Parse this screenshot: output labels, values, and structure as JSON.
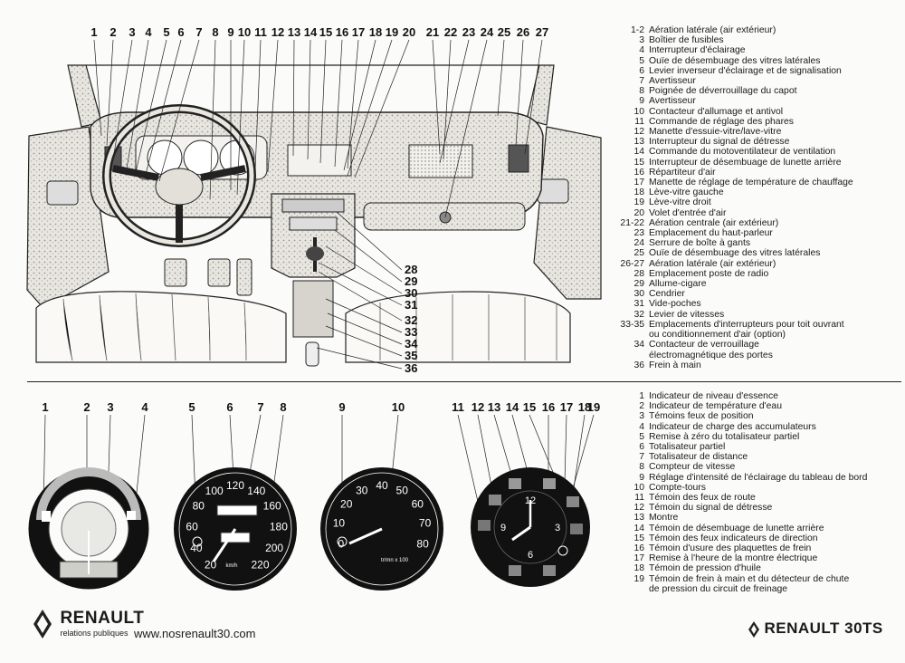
{
  "top_callouts": [
    "1",
    "2",
    "3",
    "4",
    "5",
    "6",
    "7",
    "8",
    "9",
    "10",
    "11",
    "12",
    "13",
    "14",
    "15",
    "16",
    "17",
    "18",
    "19",
    "20",
    "21",
    "22",
    "23",
    "24",
    "25",
    "26",
    "27"
  ],
  "side_callouts": [
    "28",
    "29",
    "30",
    "31",
    "32",
    "33",
    "34",
    "35",
    "36"
  ],
  "legend_top": [
    {
      "k": "1-2",
      "t": "Aération latérale (air extérieur)"
    },
    {
      "k": "3",
      "t": "Boîtier de fusibles"
    },
    {
      "k": "4",
      "t": "Interrupteur d'éclairage"
    },
    {
      "k": "5",
      "t": "Ouïe de désembuage des vitres latérales"
    },
    {
      "k": "6",
      "t": "Levier inverseur d'éclairage et de signalisation"
    },
    {
      "k": "7",
      "t": "Avertisseur"
    },
    {
      "k": "8",
      "t": "Poignée de déverrouillage du capot"
    },
    {
      "k": "9",
      "t": "Avertisseur"
    },
    {
      "k": "10",
      "t": "Contacteur d'allumage et antivol"
    },
    {
      "k": "11",
      "t": "Commande de réglage des phares"
    },
    {
      "k": "12",
      "t": "Manette d'essuie-vitre/lave-vitre"
    },
    {
      "k": "13",
      "t": "Interrupteur du signal de détresse"
    },
    {
      "k": "14",
      "t": "Commande du motoventilateur de ventilation"
    },
    {
      "k": "15",
      "t": "Interrupteur de désembuage de lunette arrière"
    },
    {
      "k": "16",
      "t": "Répartiteur d'air"
    },
    {
      "k": "17",
      "t": "Manette de réglage de température de chauffage"
    },
    {
      "k": "18",
      "t": "Lève-vitre gauche"
    },
    {
      "k": "19",
      "t": "Lève-vitre droit"
    },
    {
      "k": "20",
      "t": "Volet d'entrée d'air"
    },
    {
      "k": "21-22",
      "t": "Aération centrale (air extérieur)"
    },
    {
      "k": "23",
      "t": "Emplacement du haut-parleur"
    },
    {
      "k": "24",
      "t": "Serrure de boîte à gants"
    },
    {
      "k": "25",
      "t": "Ouïe de désembuage des vitres latérales"
    },
    {
      "k": "26-27",
      "t": "Aération latérale (air extérieur)"
    },
    {
      "k": "28",
      "t": "Emplacement poste de radio"
    },
    {
      "k": "29",
      "t": "Allume-cigare"
    },
    {
      "k": "30",
      "t": "Cendrier"
    },
    {
      "k": "31",
      "t": "Vide-poches"
    },
    {
      "k": "32",
      "t": "Levier de vitesses"
    },
    {
      "k": "33-35",
      "t": "Emplacements d'interrupteurs pour toit ouvrant"
    },
    {
      "k": "",
      "t": "ou conditionnement d'air (option)"
    },
    {
      "k": "34",
      "t": "Contacteur de verrouillage"
    },
    {
      "k": "",
      "t": "électromagnétique des portes"
    },
    {
      "k": "36",
      "t": "Frein à main"
    }
  ],
  "legend_bottom": [
    {
      "k": "1",
      "t": "Indicateur de niveau d'essence"
    },
    {
      "k": "2",
      "t": "Indicateur de température d'eau"
    },
    {
      "k": "3",
      "t": "Témoins feux de position"
    },
    {
      "k": "4",
      "t": "Indicateur de charge des accumulateurs"
    },
    {
      "k": "5",
      "t": "Remise à zéro du totalisateur partiel"
    },
    {
      "k": "6",
      "t": "Totalisateur partiel"
    },
    {
      "k": "7",
      "t": "Totalisateur de distance"
    },
    {
      "k": "8",
      "t": "Compteur de vitesse"
    },
    {
      "k": "9",
      "t": "Réglage d'intensité de l'éclairage du tableau de bord"
    },
    {
      "k": "10",
      "t": "Compte-tours"
    },
    {
      "k": "11",
      "t": "Témoin des feux de route"
    },
    {
      "k": "12",
      "t": "Témoin du signal de détresse"
    },
    {
      "k": "13",
      "t": "Montre"
    },
    {
      "k": "14",
      "t": "Témoin de désembuage de lunette arrière"
    },
    {
      "k": "15",
      "t": "Témoin des feux indicateurs de direction"
    },
    {
      "k": "16",
      "t": "Témoin d'usure des plaquettes de frein"
    },
    {
      "k": "17",
      "t": "Remise à l'heure de la montre électrique"
    },
    {
      "k": "18",
      "t": "Témoin de pression d'huile"
    },
    {
      "k": "19",
      "t": "Témoin de frein à main et du détecteur de chute"
    },
    {
      "k": "",
      "t": "de pression du circuit de freinage"
    }
  ],
  "gauge_callouts": [
    "1",
    "2",
    "3",
    "4",
    "5",
    "6",
    "7",
    "8",
    "9",
    "10",
    "11",
    "12",
    "13",
    "14",
    "15",
    "16",
    "17",
    "18",
    "19"
  ],
  "speedo": {
    "ticks": [
      "20",
      "40",
      "60",
      "80",
      "100",
      "120",
      "140",
      "160",
      "180",
      "200",
      "220"
    ],
    "unit": "km/h"
  },
  "tacho": {
    "ticks": [
      "0",
      "10",
      "20",
      "30",
      "40",
      "50",
      "60",
      "70",
      "80"
    ],
    "unit": "tr/mn x 100"
  },
  "clock": {
    "ticks": [
      "12",
      "3",
      "6",
      "9"
    ]
  },
  "footer": {
    "brand_left": "RENAULT",
    "brand_left_sub": "relations publiques",
    "url": "www.nosrenault30.com",
    "brand_right": "RENAULT 30TS"
  }
}
